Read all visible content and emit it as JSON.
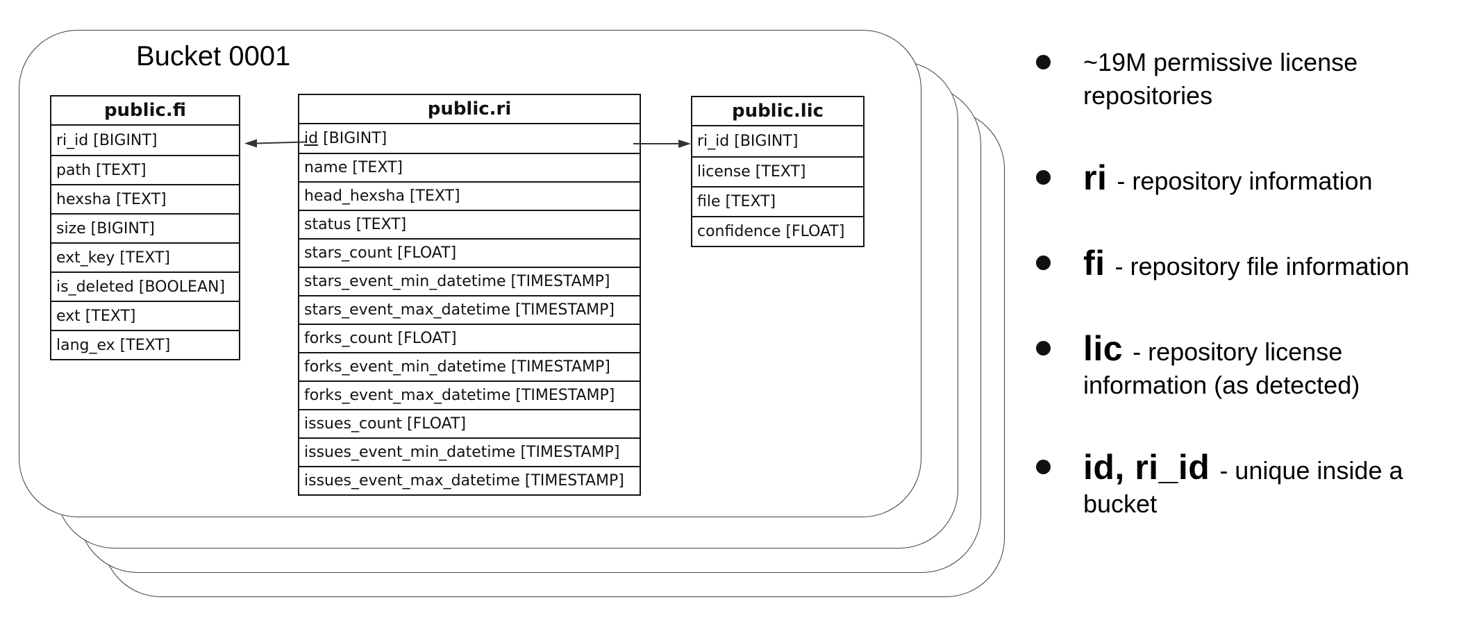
{
  "bucket": {
    "title": "Bucket 0001",
    "stack_layers": 4
  },
  "tables": {
    "fi": {
      "title": "public.fi",
      "rows": [
        {
          "name": "ri_id",
          "type": "[BIGINT]"
        },
        {
          "name": "path",
          "type": "[TEXT]"
        },
        {
          "name": "hexsha",
          "type": "[TEXT]"
        },
        {
          "name": "size",
          "type": "[BIGINT]"
        },
        {
          "name": "ext_key",
          "type": "[TEXT]"
        },
        {
          "name": "is_deleted",
          "type": "[BOOLEAN]"
        },
        {
          "name": "ext",
          "type": "[TEXT]"
        },
        {
          "name": "lang_ex",
          "type": "[TEXT]"
        }
      ]
    },
    "ri": {
      "title": "public.ri",
      "rows": [
        {
          "name": "id",
          "type": "[BIGINT]",
          "pk": true
        },
        {
          "name": "name",
          "type": "[TEXT]"
        },
        {
          "name": "head_hexsha",
          "type": "[TEXT]"
        },
        {
          "name": "status",
          "type": "[TEXT]"
        },
        {
          "name": "stars_count",
          "type": "[FLOAT]"
        },
        {
          "name": "stars_event_min_datetime",
          "type": "[TIMESTAMP]"
        },
        {
          "name": "stars_event_max_datetime",
          "type": "[TIMESTAMP]"
        },
        {
          "name": "forks_count",
          "type": "[FLOAT]"
        },
        {
          "name": "forks_event_min_datetime",
          "type": "[TIMESTAMP]"
        },
        {
          "name": "forks_event_max_datetime",
          "type": "[TIMESTAMP]"
        },
        {
          "name": "issues_count",
          "type": "[FLOAT]"
        },
        {
          "name": "issues_event_min_datetime",
          "type": "[TIMESTAMP]"
        },
        {
          "name": "issues_event_max_datetime",
          "type": "[TIMESTAMP]"
        }
      ]
    },
    "lic": {
      "title": "public.lic",
      "rows": [
        {
          "name": "ri_id",
          "type": "[BIGINT]"
        },
        {
          "name": "license",
          "type": "[TEXT]"
        },
        {
          "name": "file",
          "type": "[TEXT]"
        },
        {
          "name": "confidence",
          "type": "[FLOAT]"
        }
      ]
    }
  },
  "relations": [
    {
      "from": "public.ri.id",
      "to": "public.fi.ri_id"
    },
    {
      "from": "public.ri.id",
      "to": "public.lic.ri_id"
    }
  ],
  "bullets": [
    {
      "term": "",
      "text": "~19M permissive license repositories"
    },
    {
      "term": "ri",
      "text": "- repository information"
    },
    {
      "term": "fi",
      "text": "- repository file information"
    },
    {
      "term": "lic",
      "text": "- repository license information (as detected)"
    },
    {
      "term": "id, ri_id",
      "text": "- unique inside a bucket"
    }
  ],
  "colors": {
    "background": "#ffffff",
    "card_border": "#3f3f3f",
    "table_border": "#141414",
    "text": "#000000",
    "arrow": "#333333"
  }
}
